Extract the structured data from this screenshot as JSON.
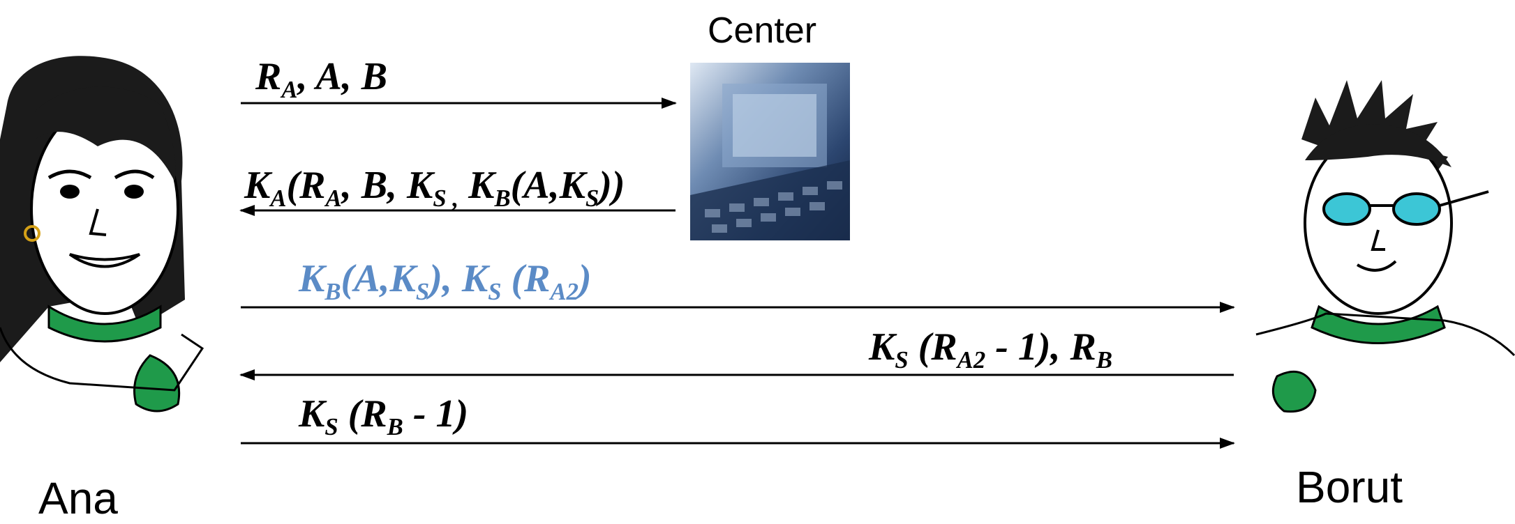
{
  "parties": {
    "alice": {
      "name": "Ana"
    },
    "center": {
      "name": "Center"
    },
    "bob": {
      "name": "Borut"
    }
  },
  "messages": [
    {
      "text": "R_A, A, B",
      "direction": "Ana → Center"
    },
    {
      "text": "K_A(R_A, B, K_S , K_B(A,K_S))",
      "direction": "Center → Ana"
    },
    {
      "text": "K_B(A,K_S), K_S (R_A2)",
      "direction": "Ana → Borut"
    },
    {
      "text": "K_S (R_A2 - 1), R_B",
      "direction": "Borut → Ana"
    },
    {
      "text": "K_S (R_B - 1)",
      "direction": "Ana → Borut"
    }
  ],
  "colors": {
    "highlight_message": "#5b8bc6",
    "shirt_green": "#1f9a4a",
    "glasses": "#3cc6d6"
  }
}
